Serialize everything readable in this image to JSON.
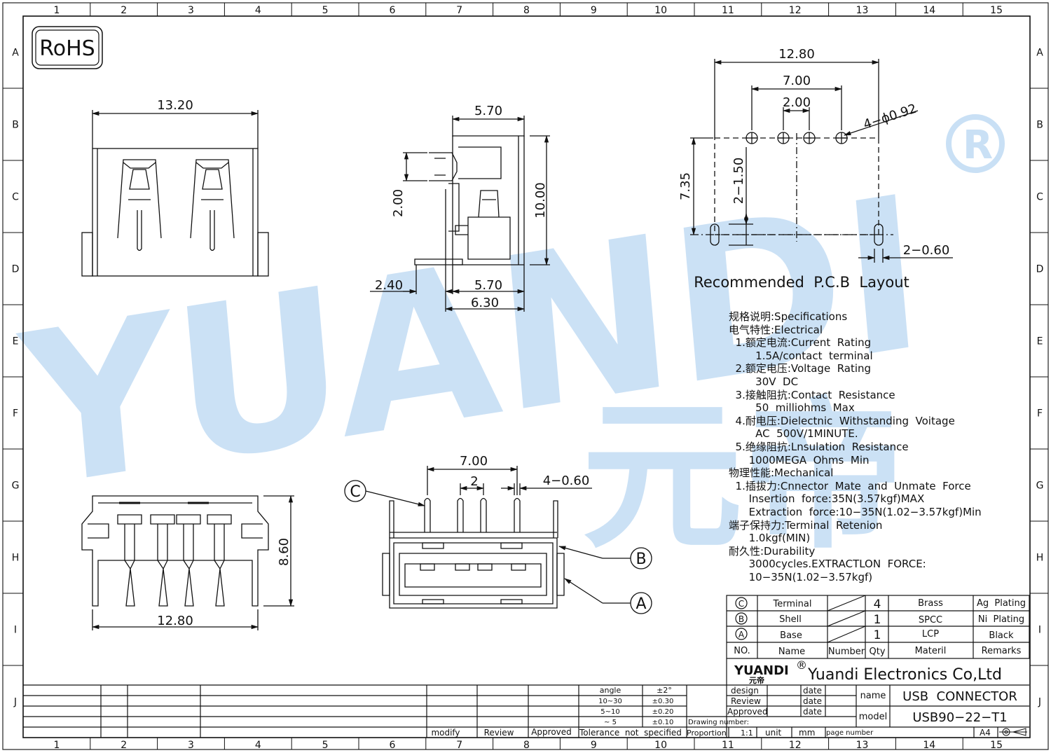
{
  "rohs": "RoHS",
  "registered_mark": "®",
  "watermark": {
    "latin": "YUANDI",
    "cjk": "元帝",
    "color": "#c9e0f5",
    "accent": "#d8efc4"
  },
  "grid": {
    "columns": [
      "1",
      "2",
      "3",
      "4",
      "5",
      "6",
      "7",
      "8",
      "9",
      "10",
      "11",
      "12",
      "13",
      "14",
      "15"
    ],
    "rows": [
      "A",
      "B",
      "C",
      "D",
      "E",
      "F",
      "G",
      "H",
      "I",
      "J"
    ]
  },
  "dims": {
    "top_width": "13.20",
    "side_top": "5.70",
    "side_height": "10.00",
    "side_pin": "2.00",
    "side_left": "2.40",
    "side_bottom1": "5.70",
    "side_bottom2": "6.30",
    "pcb_width": "12.80",
    "pcb_outer_pitch": "7.00",
    "pcb_inner_pitch": "2.00",
    "pcb_holes": "4−ϕ0.92",
    "pcb_height": "7.35",
    "pcb_slot": "2−1.50",
    "pcb_slot_width": "2−0.60",
    "front_height": "8.60",
    "front_width": "12.80",
    "rear_pitch": "7.00",
    "rear_inner": "2",
    "rear_pins": "4−0.60"
  },
  "pcb_caption": "Recommended  P.C.B  Layout",
  "callouts": {
    "c": "C",
    "b": "B",
    "a": "A"
  },
  "spec_lines": [
    "规格说明:Specifications",
    "电气特性:Electrical",
    "  1.额定电流:Current  Rating",
    "        1.5A/contact  terminal",
    "  2.额定电压:Voltage  Rating",
    "        30V  DC",
    "  3.接触阻抗:Contact  Resistance",
    "        50  milliohms  Max",
    "  4.耐电压:Dielectnic  Withstanding  Voitage",
    "        AC  500V/1MINUTE.",
    "  5.绝缘阻抗:Lnsulation  Resistance",
    "      1000MEGA  Ohms  Min",
    "物理性能:Mechanical",
    "  1.插拔力:Cnnector  Mate  and  Unmate  Force",
    "      Insertion  force:35N(3.57kgf)MAX",
    "      Extraction  force:10−35N(1.02−3.57kgf)Min",
    "端子保持力:Terminal  Retenion",
    "      1.0kgf(MIN)",
    "耐久性:Durability",
    "      3000cycles.EXTRACTLON  FORCE:",
    "      10−35N(1.02−3.57kgf)"
  ],
  "bom": {
    "rows": [
      {
        "no": "C",
        "name": "Terminal",
        "qty": "4",
        "material": "Brass",
        "remarks": "Ag  Plating"
      },
      {
        "no": "B",
        "name": "Shell",
        "qty": "1",
        "material": "SPCC",
        "remarks": "Ni  Plating"
      },
      {
        "no": "A",
        "name": "Base",
        "qty": "1",
        "material": "LCP",
        "remarks": "Black"
      }
    ],
    "header": {
      "no": "NO.",
      "name": "Name",
      "number": "Number",
      "qty": "Qty",
      "material": "Materil",
      "remarks": "Remarks"
    }
  },
  "title_block": {
    "logo": "YUANDI",
    "logo_cjk": "元帝",
    "company": "Yuandi Electronics Co,Ltd",
    "design": "design",
    "review": "Review",
    "approved": "Approved",
    "date": "date",
    "name_label": "name",
    "name_value": "USB  CONNECTOR",
    "model_label": "model",
    "model_value": "USB90−22−T1",
    "drawing_number": "Drawing number:",
    "proportion": "Proportion",
    "proportion_value": "1:1",
    "unit": "unit",
    "unit_value": "mm",
    "page_number": "page number",
    "paper": "A4",
    "tol_angle": "angle",
    "tol_angle_val": "±2°",
    "tol_1": "10~30",
    "tol_1_val": "±0.30",
    "tol_2": "5~10",
    "tol_2_val": "±0.20",
    "tol_3": "~ 5",
    "tol_3_val": "±0.10",
    "tolerance_label": "Tolerance  not  specified",
    "modify": "modify",
    "review_col": "Review",
    "approved_col": "Approved"
  }
}
